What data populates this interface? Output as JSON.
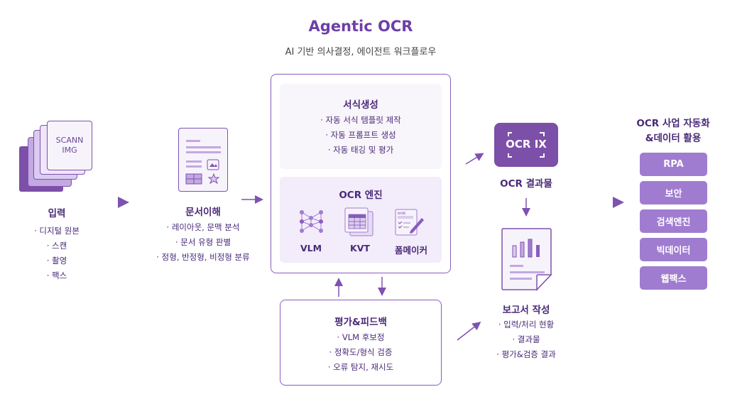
{
  "header": {
    "title": "Agentic OCR",
    "subtitle": "AI 기반 의사결정, 에이전트 워크플로우"
  },
  "input": {
    "card_text_1": "SCANN",
    "card_text_2": "IMG",
    "title": "입력",
    "items": [
      "· 디지털 원본",
      "· 스캔",
      "· 촬영",
      "· 팩스"
    ]
  },
  "understanding": {
    "title": "문서이해",
    "items": [
      "· 레이아웃, 문맥 분석",
      "· 문서 유형 판별",
      "· 정형, 반정형, 비정형 분류"
    ]
  },
  "form_gen": {
    "title": "서식생성",
    "items": [
      "· 자동 서식 템플릿 제작",
      "· 자동 프롬프트 생성",
      "· 자동 태깅 및 평가"
    ]
  },
  "engine": {
    "title": "OCR 엔진",
    "items": [
      {
        "label": "VLM",
        "icon": "network-icon"
      },
      {
        "label": "KVT",
        "icon": "table-icon"
      },
      {
        "label": "폼메이커",
        "icon": "form-pen-icon"
      }
    ],
    "form_icon_text": "NAME"
  },
  "feedback": {
    "title": "평가&피드백",
    "items": [
      "· VLM 후보정",
      "· 정확도/형식 검증",
      "· 오류 탐지, 재시도"
    ]
  },
  "result": {
    "logo": "OCR IX",
    "title": "OCR 결과물"
  },
  "report": {
    "title": "보고서 작성",
    "items": [
      "· 입력/처리 현황",
      "· 결과물",
      "· 평가&검증 결과"
    ]
  },
  "usage": {
    "title_1": "OCR 사업 자동화",
    "title_2": "&데이터 활용",
    "buttons": [
      "RPA",
      "보안",
      "검색엔진",
      "빅데이터",
      "웹팩스"
    ]
  },
  "colors": {
    "primary": "#7c4fa8",
    "button": "#a07cd0",
    "text": "#4a2a78"
  }
}
